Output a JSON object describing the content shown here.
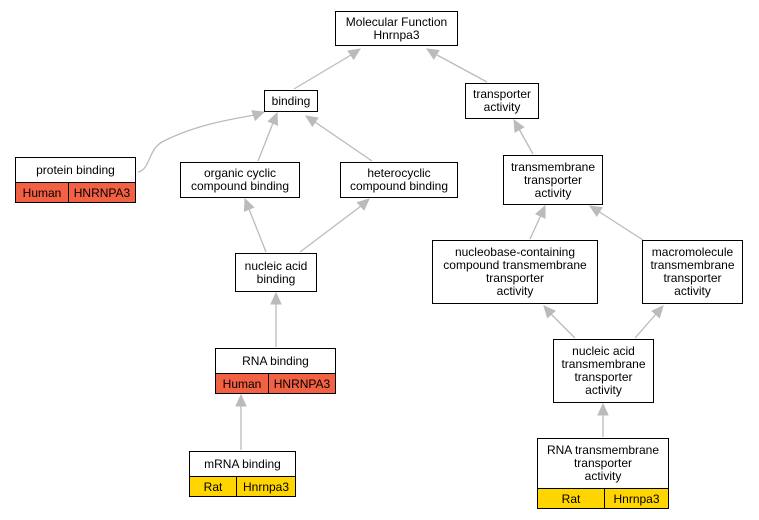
{
  "colors": {
    "human": "#f26143",
    "rat": "#ffd500",
    "edge": "#bbbbbb"
  },
  "nodes": {
    "mf": "Molecular Function\nHnrnpa3",
    "binding": "binding",
    "transporter": "transporter\nactivity",
    "organic": "organic cyclic\ncompound binding",
    "heterocyclic": "heterocyclic\ncompound binding",
    "tm_transporter": "transmembrane\ntransporter\nactivity",
    "nucleic_binding": "nucleic acid\nbinding",
    "nucleobase": "nucleobase-containing\ncompound transmembrane\ntransporter\nactivity",
    "macromolecule": "macromolecule\ntransmembrane\ntransporter\nactivity",
    "nucleic_tm": "nucleic acid\ntransmembrane\ntransporter\nactivity"
  },
  "gene_nodes": {
    "protein_binding": {
      "title": "protein binding",
      "species": "Human",
      "gene": "HNRNPA3"
    },
    "rna_binding": {
      "title": "RNA binding",
      "species": "Human",
      "gene": "HNRNPA3"
    },
    "mrna_binding": {
      "title": "mRNA binding",
      "species": "Rat",
      "gene": "Hnrnpa3"
    },
    "rna_tm": {
      "title": "RNA transmembrane\ntransporter\nactivity",
      "species": "Rat",
      "gene": "Hnrnpa3"
    }
  }
}
